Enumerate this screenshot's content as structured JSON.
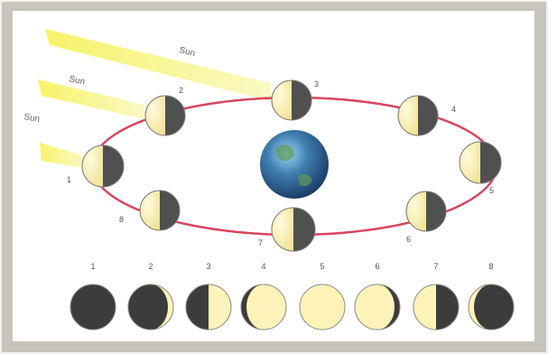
{
  "colors": {
    "frame": "#b9b7b0",
    "panel": "#ffffff",
    "orbit": "#d9455f",
    "sunlight": "#f6f27a",
    "moon_lit": "#fdf3b8",
    "moon_dark": "#3c3c3c",
    "earth": "#3f7fb0"
  },
  "sun_labels": [
    "Sun",
    "Sun",
    "Sun"
  ],
  "orbit_positions": [
    "1",
    "2",
    "3",
    "4",
    "5",
    "6",
    "7",
    "8"
  ],
  "phase_numbers": [
    "1",
    "2",
    "3",
    "4",
    "5",
    "6",
    "7",
    "8"
  ],
  "phases_lit_fraction": [
    0.0,
    0.12,
    0.5,
    0.88,
    1.0,
    0.88,
    0.5,
    0.12
  ]
}
